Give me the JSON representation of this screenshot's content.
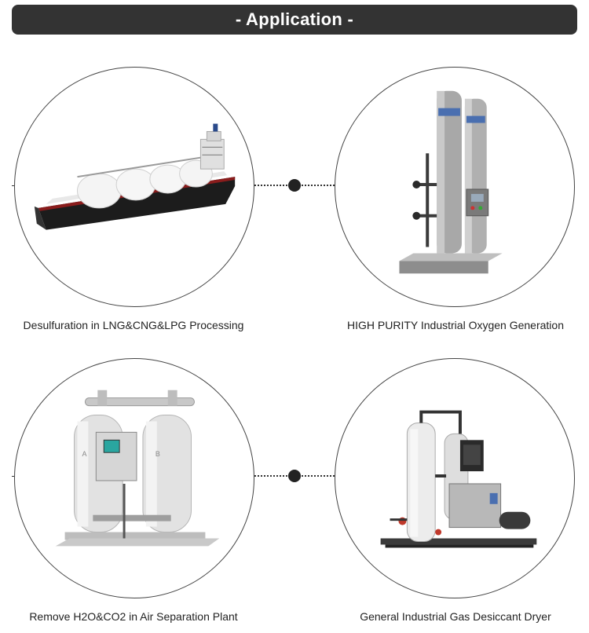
{
  "header": {
    "title": "- Application -"
  },
  "applications": [
    {
      "caption": "Desulfuration in LNG&CNG&LPG Processing",
      "image": "lng-carrier-ship"
    },
    {
      "caption": "HIGH PURITY Industrial Oxygen Generation",
      "image": "oxygen-generator-towers"
    },
    {
      "caption": "Remove H2O&CO2 in Air Separation Plant",
      "image": "desiccant-twin-tower-dryer"
    },
    {
      "caption": "General Industrial Gas Desiccant Dryer",
      "image": "industrial-gas-dryer-skid"
    }
  ],
  "dryer_tower_labels": {
    "left": "A",
    "right": "B"
  },
  "colors": {
    "header_bg": "#333333",
    "header_text": "#ffffff",
    "caption_text": "#222222"
  }
}
